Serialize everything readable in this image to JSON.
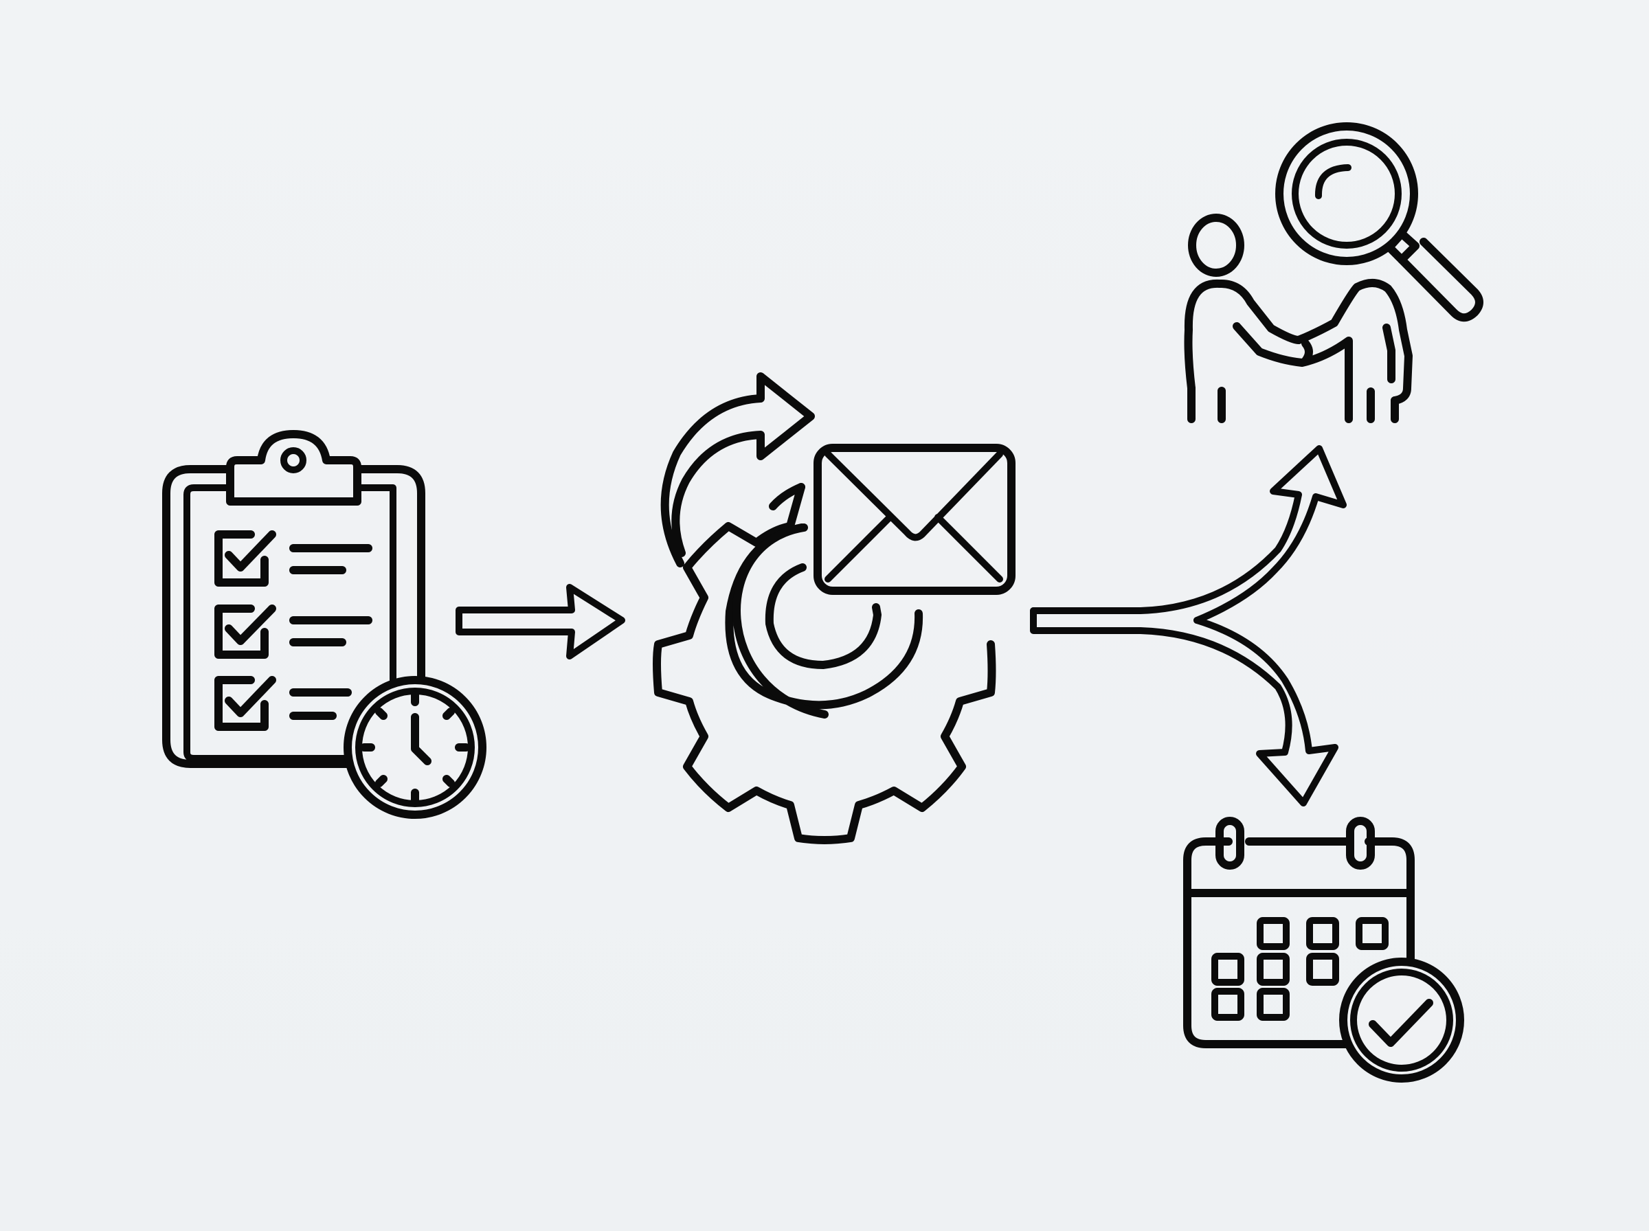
{
  "diagram": {
    "title": "",
    "colors": {
      "background": "#eff2f4",
      "line": "#0b0b0b"
    },
    "nodes": [
      {
        "id": "checklist-clock",
        "icon": "clipboard-checklist-with-clock-icon"
      },
      {
        "id": "gear-email-cycle",
        "icon": "gear-with-envelope-and-refresh-arrow-icon"
      },
      {
        "id": "handshake-search",
        "icon": "handshake-with-magnifying-glass-icon"
      },
      {
        "id": "calendar-check",
        "icon": "calendar-with-checkmark-icon"
      }
    ],
    "edges": [
      {
        "from": "checklist-clock",
        "to": "gear-email-cycle",
        "icon": "right-arrow-icon"
      },
      {
        "from": "gear-email-cycle",
        "to": "handshake-search",
        "icon": "branch-arrow-up-icon"
      },
      {
        "from": "gear-email-cycle",
        "to": "calendar-check",
        "icon": "branch-arrow-down-icon"
      }
    ]
  }
}
